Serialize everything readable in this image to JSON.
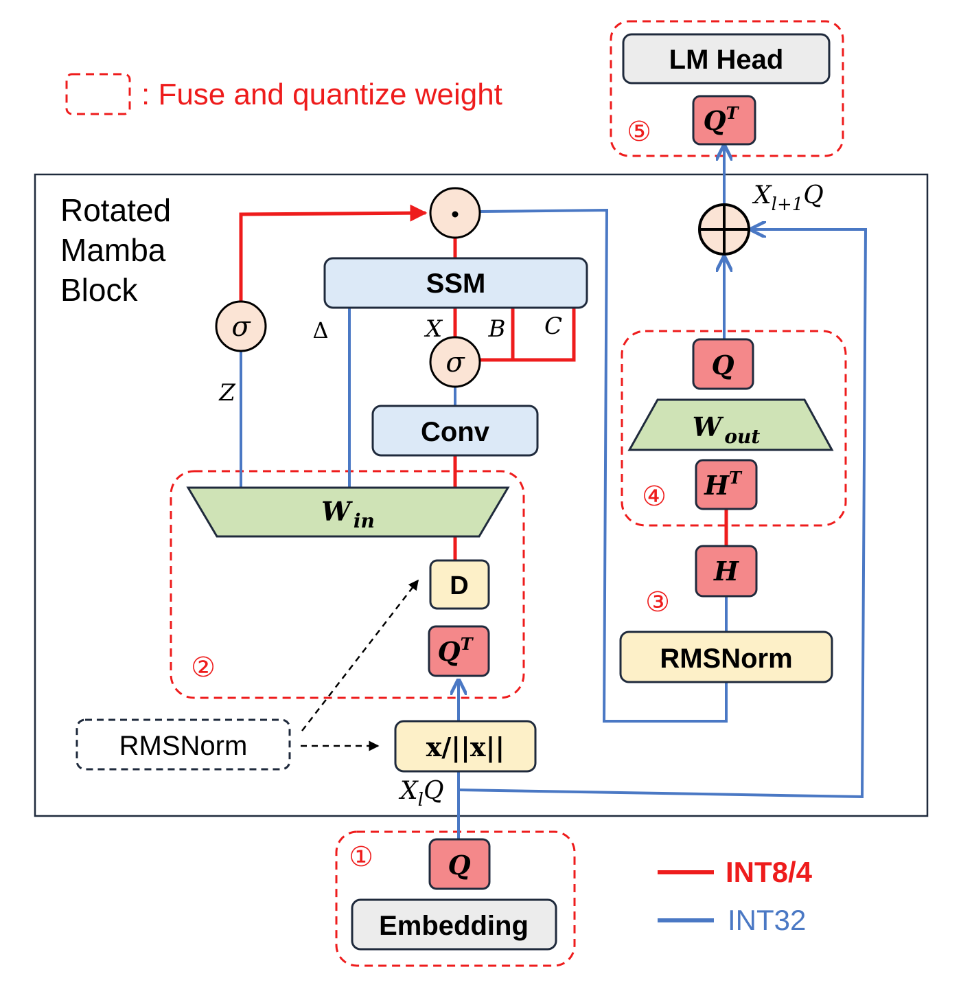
{
  "legend": {
    "fuse_label": ": Fuse and quantize weight",
    "red_label": "INT8/4",
    "blue_label": "INT32"
  },
  "block": {
    "title_line1": "Rotated",
    "title_line2": "Mamba",
    "title_line3": "Block"
  },
  "nodes": {
    "lm_head": "LM Head",
    "q_transpose_top": "Q",
    "ssm": "SSM",
    "conv": "Conv",
    "w_in": "W",
    "w_in_sub": "in",
    "d": "D",
    "q_transpose_in": "Q",
    "rmsnorm_dashed": "RMSNorm",
    "x_norm": "x/||x||",
    "q_out": "Q",
    "w_out": "W",
    "w_out_sub": "out",
    "h_transpose": "H",
    "h": "H",
    "rmsnorm_right": "RMSNorm",
    "q_embed": "Q",
    "embedding": "Embedding",
    "transpose_sup": "T",
    "sigma": "σ",
    "odot": "⊙"
  },
  "labels": {
    "z": "Z",
    "delta": "Δ",
    "x": "X",
    "b": "B",
    "c": "C",
    "xl1_main": "X",
    "xl1_sub": "l+1",
    "xl1_tail": "Q",
    "xl_main": "X",
    "xl_sub": "l",
    "xl_tail": "Q"
  },
  "steps": {
    "s1": "①",
    "s2": "②",
    "s3": "③",
    "s4": "④",
    "s5": "⑤"
  },
  "colors": {
    "red": "#ee1c1c",
    "blue": "#4a78c4",
    "pink_box": "#f4888a",
    "blue_box": "#dce9f7",
    "green_trap": "#cfe3b6",
    "yellow_box": "#fdf0c8",
    "gray_box": "#ececec",
    "circle_fill": "#fbe4d5"
  }
}
